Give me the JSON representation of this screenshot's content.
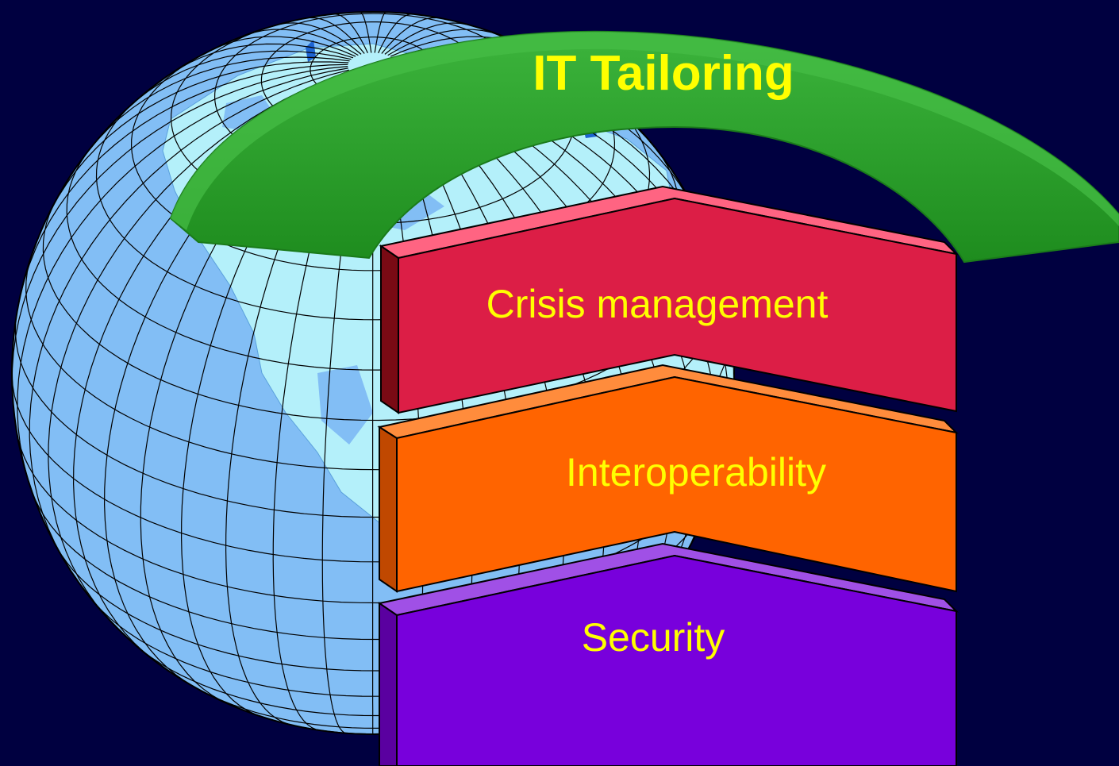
{
  "diagram": {
    "arch": {
      "label": "IT Tailoring",
      "color": "#28a028",
      "text_color": "#ffff00"
    },
    "layers": [
      {
        "id": "crisis",
        "label": "Crisis management",
        "front": "#dc1e46",
        "top": "#ff6482",
        "side": "#7a0a14"
      },
      {
        "id": "interop",
        "label": "Interoperability",
        "front": "#ff6400",
        "top": "#ff8c3c",
        "side": "#c04800"
      },
      {
        "id": "security",
        "label": "Security",
        "front": "#7800dc",
        "top": "#a050e6",
        "side": "#5a00a0"
      }
    ],
    "colors": {
      "background": "#000040",
      "globe_ocean": "#82bef5",
      "globe_land": "#b4f0fa",
      "grid": "#000000"
    }
  }
}
